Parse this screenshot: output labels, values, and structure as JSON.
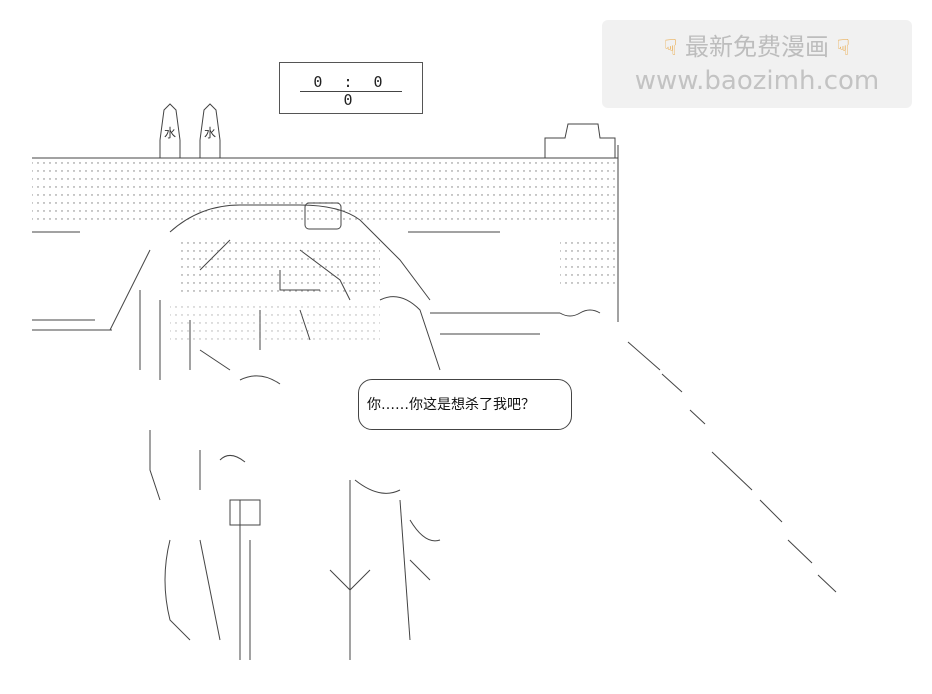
{
  "clock": {
    "time": "0 : 0 0"
  },
  "labels": {
    "left_kanji": "水",
    "right_kanji": "水"
  },
  "dialogue": {
    "text": "你……你这是想杀了我吧？"
  },
  "watermark": {
    "title": "最新免费漫画",
    "url": "www.baozimh.com",
    "left_icon": "pointing-hand-icon",
    "right_icon": "pointing-hand-icon"
  }
}
